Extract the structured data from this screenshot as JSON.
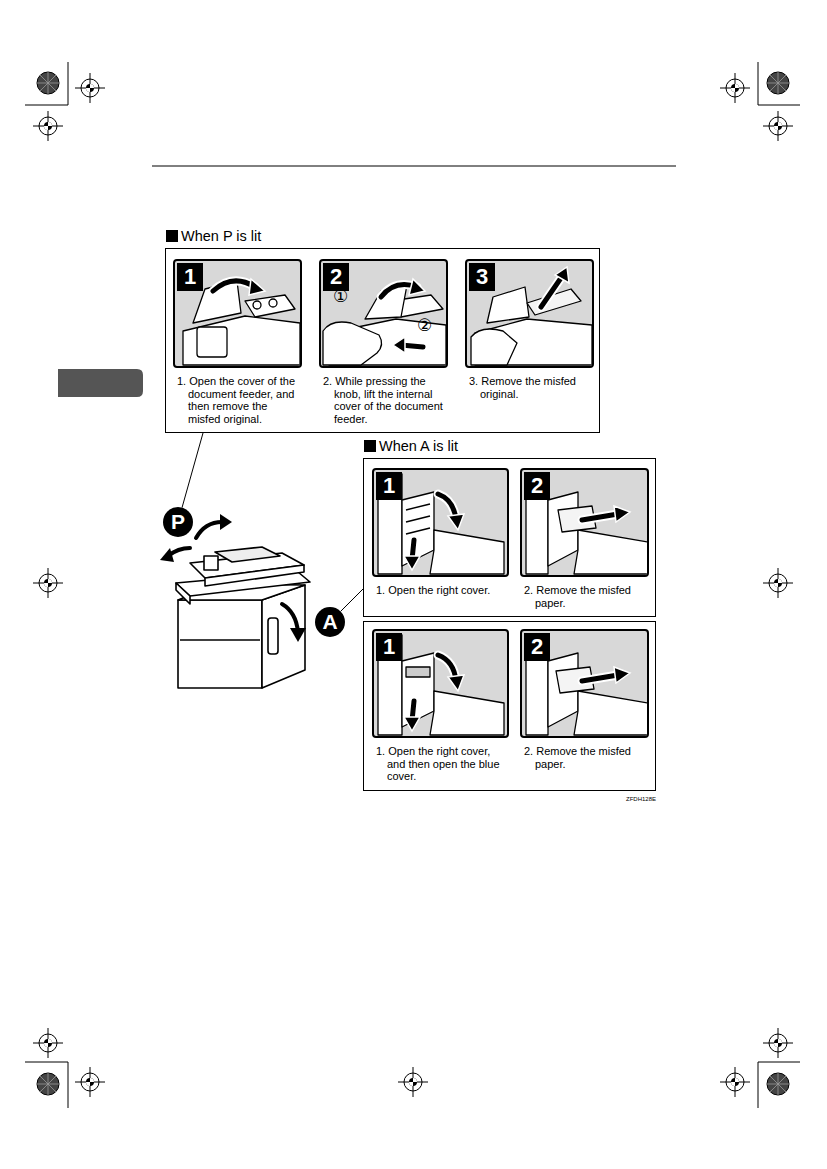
{
  "diagram": {
    "nodes": [
      {
        "text": [
          "When P is lit"
        ]
      },
      {
        "text": [
          "1",
          "1. Open the cover of the document feeder, and then remove the misfed original."
        ],
        "in": 0
      },
      {
        "text": [
          "2",
          "2. While pressing the knob, lift the internal cover of the document feeder."
        ],
        "in": 0
      },
      {
        "text": [
          "3",
          "3. Remove the misfed original."
        ],
        "in": 0
      },
      {
        "text": [
          "When A is lit"
        ]
      },
      {
        "text": [
          "1",
          "1. Open the right cover."
        ],
        "in": 4
      },
      {
        "text": [
          "2",
          "2. Remove the misfed paper."
        ],
        "in": 4
      },
      {
        "text": []
      },
      {
        "text": [
          "1",
          "1. Open the right cover, and then open the blue cover."
        ],
        "in": 7
      },
      {
        "text": [
          "2",
          "2. Remove the misfed paper."
        ],
        "in": 7
      },
      {
        "text": [
          "P"
        ]
      },
      {
        "text": [
          "A"
        ]
      }
    ],
    "edges": [
      {
        "from": 0,
        "to": 10,
        "arrow": "none"
      },
      {
        "from": 4,
        "to": 11,
        "arrow": "none"
      }
    ],
    "labels": [
      "①",
      "②",
      "ZFDH128E"
    ]
  }
}
